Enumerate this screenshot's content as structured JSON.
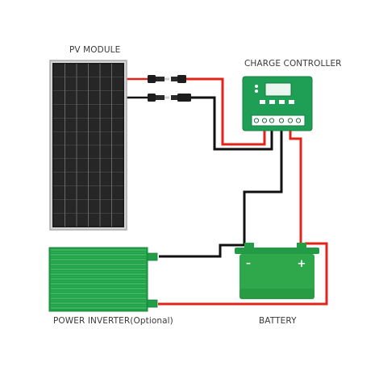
{
  "labels": {
    "pv_module": "PV MODULE",
    "charge_controller": "CHARGE CONTROLLER",
    "power_inverter": "POWER INVERTER(Optional)",
    "battery": "BATTERY",
    "battery_negative": "–",
    "battery_positive": "+"
  },
  "colors": {
    "positive_wire": "#e2231a",
    "negative_wire": "#111111",
    "controller_body": "#1f9e55",
    "battery_body": "#2ea84a",
    "panel_frame": "#bdbdbd",
    "panel_cell": "#1b1b1b"
  },
  "icons": {
    "panel": "solar-panel-icon",
    "controller": "charge-controller-icon",
    "battery": "battery-icon",
    "inverter": "inverter-icon",
    "connector": "mc4-connector-icon"
  }
}
